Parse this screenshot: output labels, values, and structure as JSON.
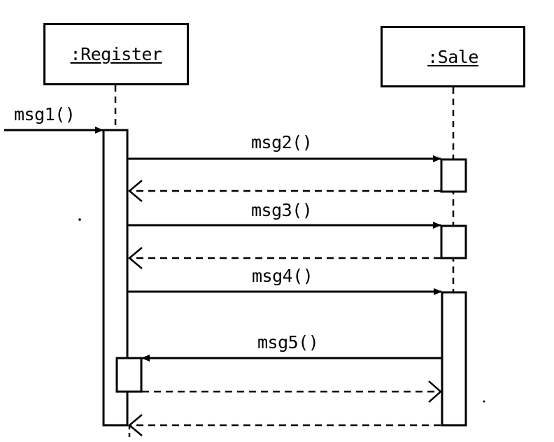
{
  "lifelines": {
    "register": {
      "label": ":Register"
    },
    "sale": {
      "label": ":Sale"
    }
  },
  "messages": [
    {
      "label": "msg1()",
      "from": "external",
      "to": "register"
    },
    {
      "label": "msg2()",
      "from": "register",
      "to": "sale"
    },
    {
      "label": "msg3()",
      "from": "register",
      "to": "sale"
    },
    {
      "label": "msg4()",
      "from": "register",
      "to": "sale"
    },
    {
      "label": "msg5()",
      "from": "sale",
      "to": "register"
    }
  ]
}
